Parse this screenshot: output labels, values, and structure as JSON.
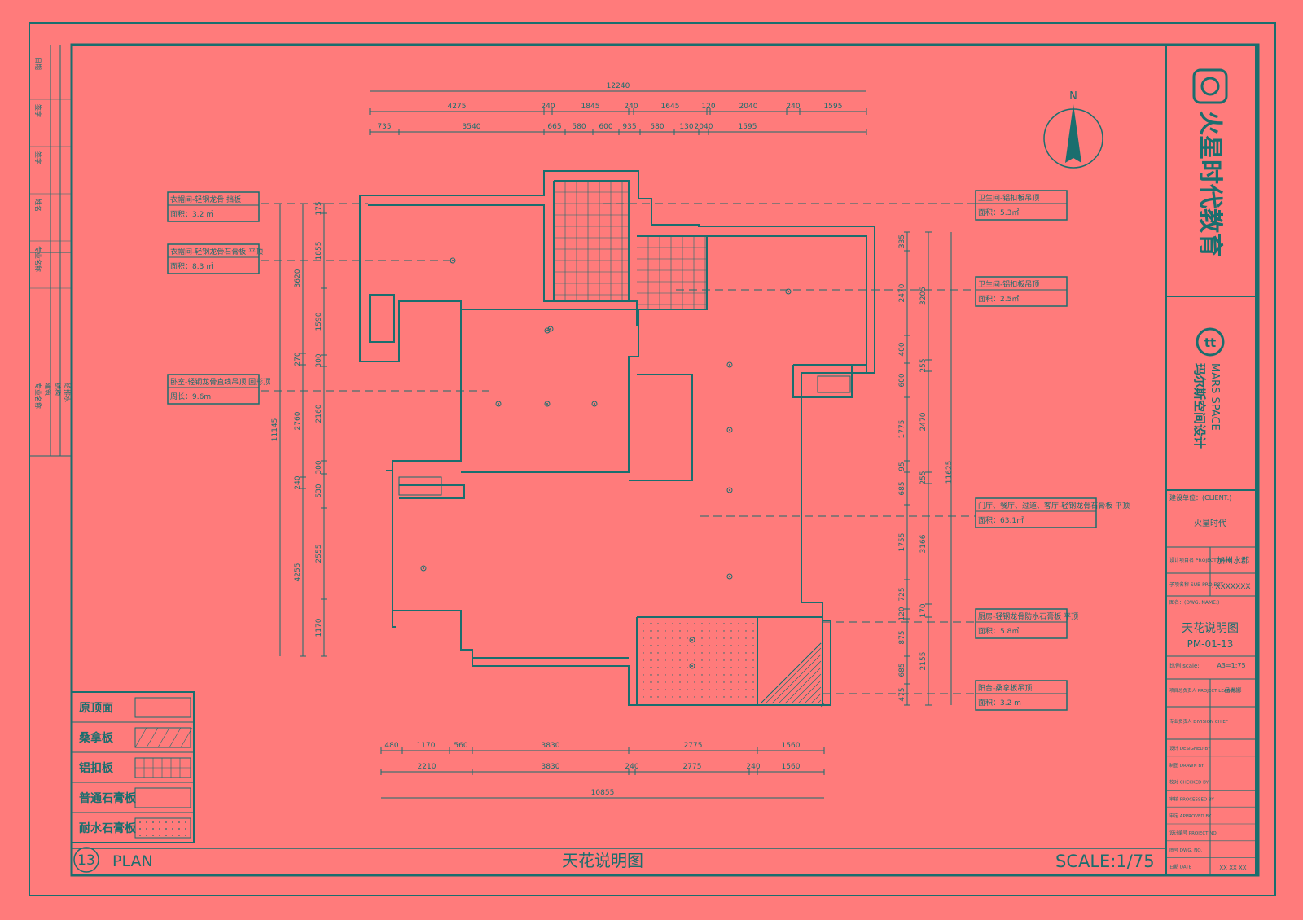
{
  "drawing": {
    "title": "天花说明图",
    "plan_no": "13",
    "plan_label": "PLAN",
    "scale": "SCALE:1/75",
    "north": "N"
  },
  "dims_top": {
    "total": "12240",
    "row1": [
      "4275",
      "240",
      "1845",
      "240",
      "1645",
      "120",
      "2040",
      "240",
      "1595"
    ],
    "row2": [
      "735",
      "3540",
      "665",
      "580",
      "600",
      "935",
      "580",
      "130",
      "2040",
      "1595"
    ]
  },
  "dims_bottom": {
    "total": "10855",
    "row1": [
      "480",
      "1170",
      "560",
      "3830",
      "2775",
      "1560"
    ],
    "row2": [
      "2210",
      "3830",
      "240",
      "2775",
      "240",
      "1560"
    ]
  },
  "dims_left": {
    "total": "11145",
    "outer": [
      "3620",
      "270",
      "2760",
      "240",
      "4255"
    ],
    "inner": [
      "175",
      "1855",
      "1590",
      "300",
      "2160",
      "300",
      "530",
      "2555",
      "1170"
    ]
  },
  "dims_right": {
    "total": "11625",
    "outer": [
      "3205",
      "255",
      "2470",
      "255",
      "3166",
      "170",
      "2155"
    ],
    "inner": [
      "335",
      "2470",
      "400",
      "600",
      "1775",
      "95",
      "685",
      "1755",
      "725",
      "120",
      "875",
      "685",
      "475"
    ]
  },
  "annotations": [
    {
      "line1": "衣帽间-轻钢龙骨 挡板",
      "line2": "面积：3.2 ㎡"
    },
    {
      "line1": "衣帽间-轻钢龙骨石膏板 平顶",
      "line2": "面积：8.3 ㎡"
    },
    {
      "line1": "卧室-轻钢龙骨直线吊顶 回形顶",
      "line2": "周长：9.6m"
    },
    {
      "line1": "卫生间-铝扣板吊顶",
      "line2": "面积：5.3㎡"
    },
    {
      "line1": "卫生间-铝扣板吊顶",
      "line2": "面积：2.5㎡"
    },
    {
      "line1": "门厅、餐厅、过道、客厅-轻钢龙骨石膏板 平顶",
      "line2": "面积：63.1㎡"
    },
    {
      "line1": "厨房-轻钢龙骨防水石膏板 平顶",
      "line2": "面积：5.8㎡"
    },
    {
      "line1": "阳台-桑拿板吊顶",
      "line2": "面积：3.2 m"
    }
  ],
  "legend": [
    "原顶面",
    "桑拿板",
    "铝扣板",
    "普通石膏板",
    "耐水石膏板"
  ],
  "left_strip": {
    "top": [
      "日期",
      "签字",
      "签字",
      "姓名",
      "专业名称"
    ],
    "bottom": [
      "专业名称",
      "建筑",
      "结构",
      "给排水"
    ]
  },
  "title_block": {
    "brand1": "火星时代教育",
    "brand2_en": "MARS SPACE",
    "brand2_cn": "玛尔斯空间设计",
    "client_label": "建设单位：(CLIENT:)",
    "client": "火星时代",
    "project_label": "设计项目名 PROJECT NAME",
    "project": "加州水郡",
    "sub_label": "子项名称 SUB PROJECT",
    "sub": "XXXXXXX",
    "dwg_name_label": "图名：(DWG. NAME:)",
    "dwg_name": "天花说明图",
    "dwg_no": "PM-01-13",
    "scale_label": "比例 scale:",
    "scale": "A3=1:75",
    "leader_label": "项目总负责人 PROJECT LEADER",
    "leader": "吕尧娜",
    "chief_label": "专业负责人 DIVISION CHIEF",
    "rows": [
      "设计 DESIGNED BY",
      "制图 DRAWN BY",
      "校对 CHECKED BY",
      "审核 PROCESSED BY",
      "审定 APPROVED BY",
      "设计编号 PROJECT NO.",
      "图号 DWG. NO.",
      "日期 DATE"
    ],
    "date": "XX XX XX"
  },
  "colors": {
    "background": "#ff7b7b",
    "ink": "#1a6e6e"
  }
}
